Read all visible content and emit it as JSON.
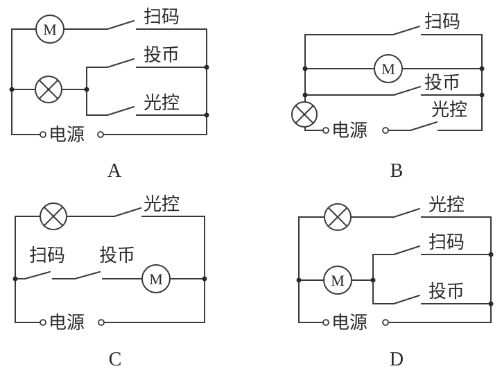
{
  "question": "circuit-design-options",
  "components": {
    "motor_symbol": "M",
    "lamp_icon": "lamp-icon",
    "power_source_label": "电源"
  },
  "switch_labels": {
    "scan": "扫码",
    "coin": "投币",
    "light": "光控"
  },
  "options": [
    {
      "letter": "A",
      "description": "Motor in series with 扫码 switch; lamp in series with parallel 投币 and 光控 switches; both branches in parallel across 电源",
      "labels": [
        "扫码",
        "投币",
        "光控"
      ],
      "source": "电源",
      "motor": "M"
    },
    {
      "letter": "B",
      "description": "扫码 switch, motor, 投币 switch in parallel; lamp and 光控 switch in series with the source",
      "labels": [
        "扫码",
        "投币",
        "光控"
      ],
      "source": "电源",
      "motor": "M"
    },
    {
      "letter": "C",
      "description": "Lamp in series with 光控; 扫码 and 投币 switches in series with motor; both branches in parallel across 电源",
      "labels": [
        "光控",
        "扫码",
        "投币"
      ],
      "source": "电源",
      "motor": "M"
    },
    {
      "letter": "D",
      "description": "Lamp in series with 光控; motor in series with parallel 扫码 and 投币 switches; both branches in parallel across 电源",
      "labels": [
        "光控",
        "扫码",
        "投币"
      ],
      "source": "电源",
      "motor": "M"
    }
  ]
}
